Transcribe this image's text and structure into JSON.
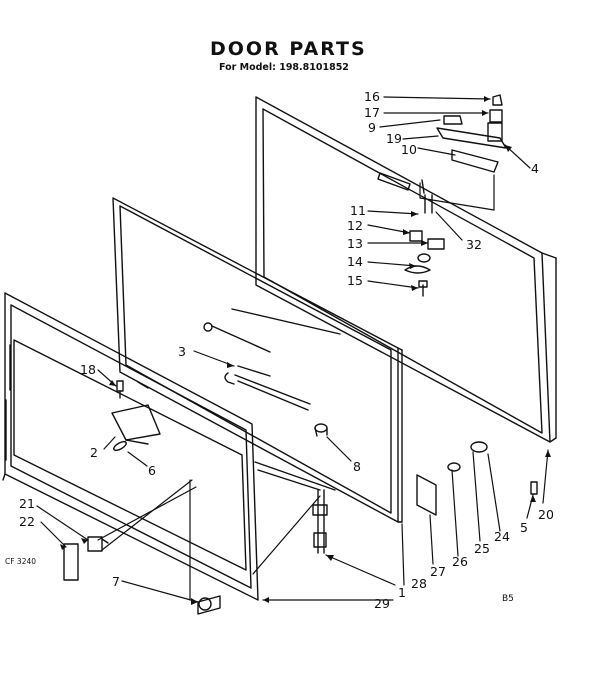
{
  "title": "DOOR PARTS",
  "subtitle": "For Model: 198.8101852",
  "catalog_code": "CF 3240",
  "page_mark": "B5",
  "callouts": {
    "c1": "1",
    "c2": "2",
    "c3": "3",
    "c4": "4",
    "c5": "5",
    "c6": "6",
    "c7": "7",
    "c8": "8",
    "c9": "9",
    "c10": "10",
    "c11": "11",
    "c12": "12",
    "c13": "13",
    "c14": "14",
    "c15": "15",
    "c16": "16",
    "c17": "17",
    "c18": "18",
    "c19": "19",
    "c20": "20",
    "c21": "21",
    "c22": "22",
    "c24": "24",
    "c25": "25",
    "c26": "26",
    "c27": "27",
    "c28": "28",
    "c29": "29",
    "c32": "32"
  },
  "colors": {
    "ink": "#111111",
    "paper": "#ffffff"
  }
}
